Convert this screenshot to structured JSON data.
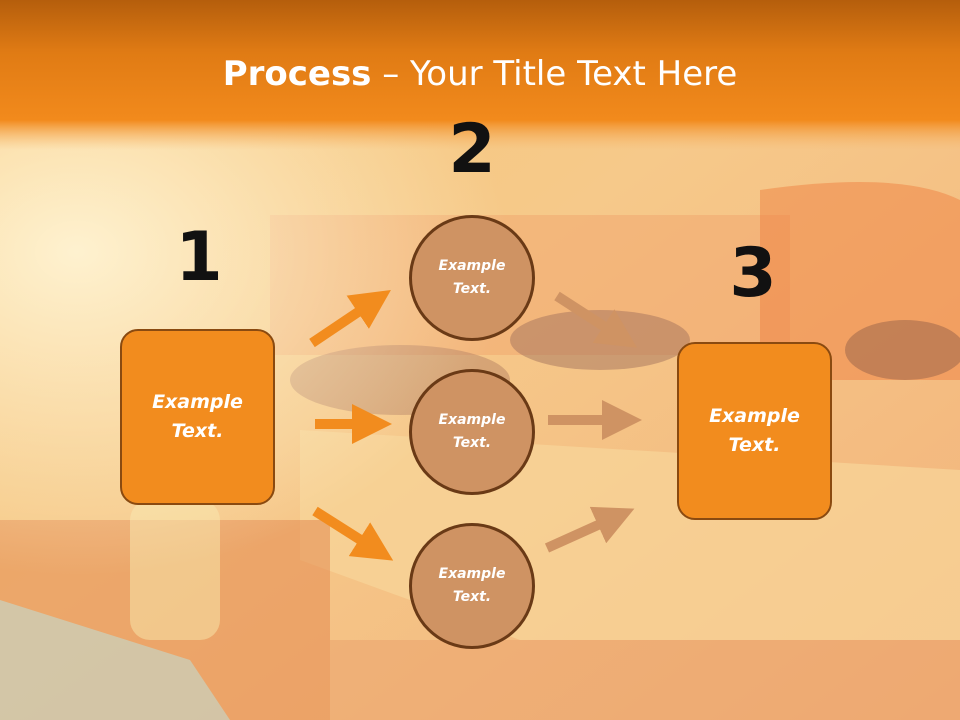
{
  "slide": {
    "title_bold": "Process",
    "title_rest": " – Your Title Text Here",
    "header_color": "#f28a1c",
    "box_color": "#f28c1e",
    "circle_color": "#cf9363",
    "arrow_orange": "#f28c1e",
    "arrow_tan": "#cf9363"
  },
  "steps": [
    {
      "number": "1",
      "label": "Example\nText."
    },
    {
      "number": "2",
      "label": "Example\nText."
    },
    {
      "number": "3",
      "label": "Example\nText."
    }
  ],
  "circles": [
    {
      "label": "Example\nText."
    },
    {
      "label": "Example\nText."
    },
    {
      "label": "Example\nText."
    }
  ]
}
